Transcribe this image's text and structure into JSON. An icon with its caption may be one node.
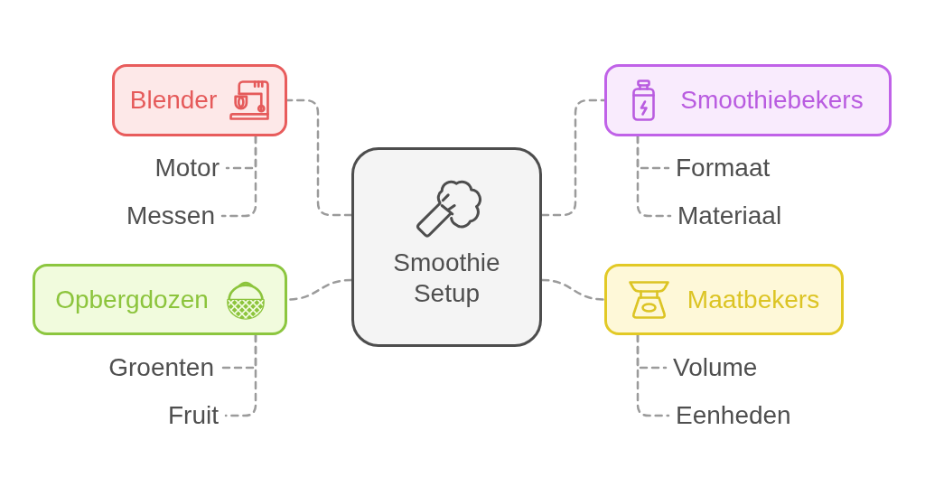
{
  "diagram": {
    "nodes": [
      {
        "text": [
          "Smoothie Setup"
        ]
      },
      {
        "text": [
          "Blender"
        ]
      },
      {
        "text": [
          "Motor"
        ]
      },
      {
        "text": [
          "Messen"
        ]
      },
      {
        "text": [
          "Smoothiebekers"
        ]
      },
      {
        "text": [
          "Formaat"
        ]
      },
      {
        "text": [
          "Materiaal"
        ]
      },
      {
        "text": [
          "Opbergdozen"
        ]
      },
      {
        "text": [
          "Groenten"
        ]
      },
      {
        "text": [
          "Fruit"
        ]
      },
      {
        "text": [
          "Maatbekers"
        ]
      },
      {
        "text": [
          "Volume"
        ]
      },
      {
        "text": [
          "Eenheden"
        ]
      }
    ],
    "edges": [
      {
        "from": 0,
        "to": 1,
        "arrow": "none",
        "style": "dashed"
      },
      {
        "from": 0,
        "to": 4,
        "arrow": "none",
        "style": "dashed"
      },
      {
        "from": 0,
        "to": 7,
        "arrow": "none",
        "style": "dashed"
      },
      {
        "from": 0,
        "to": 10,
        "arrow": "none",
        "style": "dashed"
      },
      {
        "from": 1,
        "to": 2,
        "arrow": "none",
        "style": "dashed"
      },
      {
        "from": 1,
        "to": 3,
        "arrow": "none",
        "style": "dashed"
      },
      {
        "from": 4,
        "to": 5,
        "arrow": "none",
        "style": "dashed"
      },
      {
        "from": 4,
        "to": 6,
        "arrow": "none",
        "style": "dashed"
      },
      {
        "from": 7,
        "to": 8,
        "arrow": "none",
        "style": "dashed"
      },
      {
        "from": 7,
        "to": 9,
        "arrow": "none",
        "style": "dashed"
      },
      {
        "from": 10,
        "to": 11,
        "arrow": "none",
        "style": "dashed"
      },
      {
        "from": 10,
        "to": 12,
        "arrow": "none",
        "style": "dashed"
      }
    ]
  }
}
